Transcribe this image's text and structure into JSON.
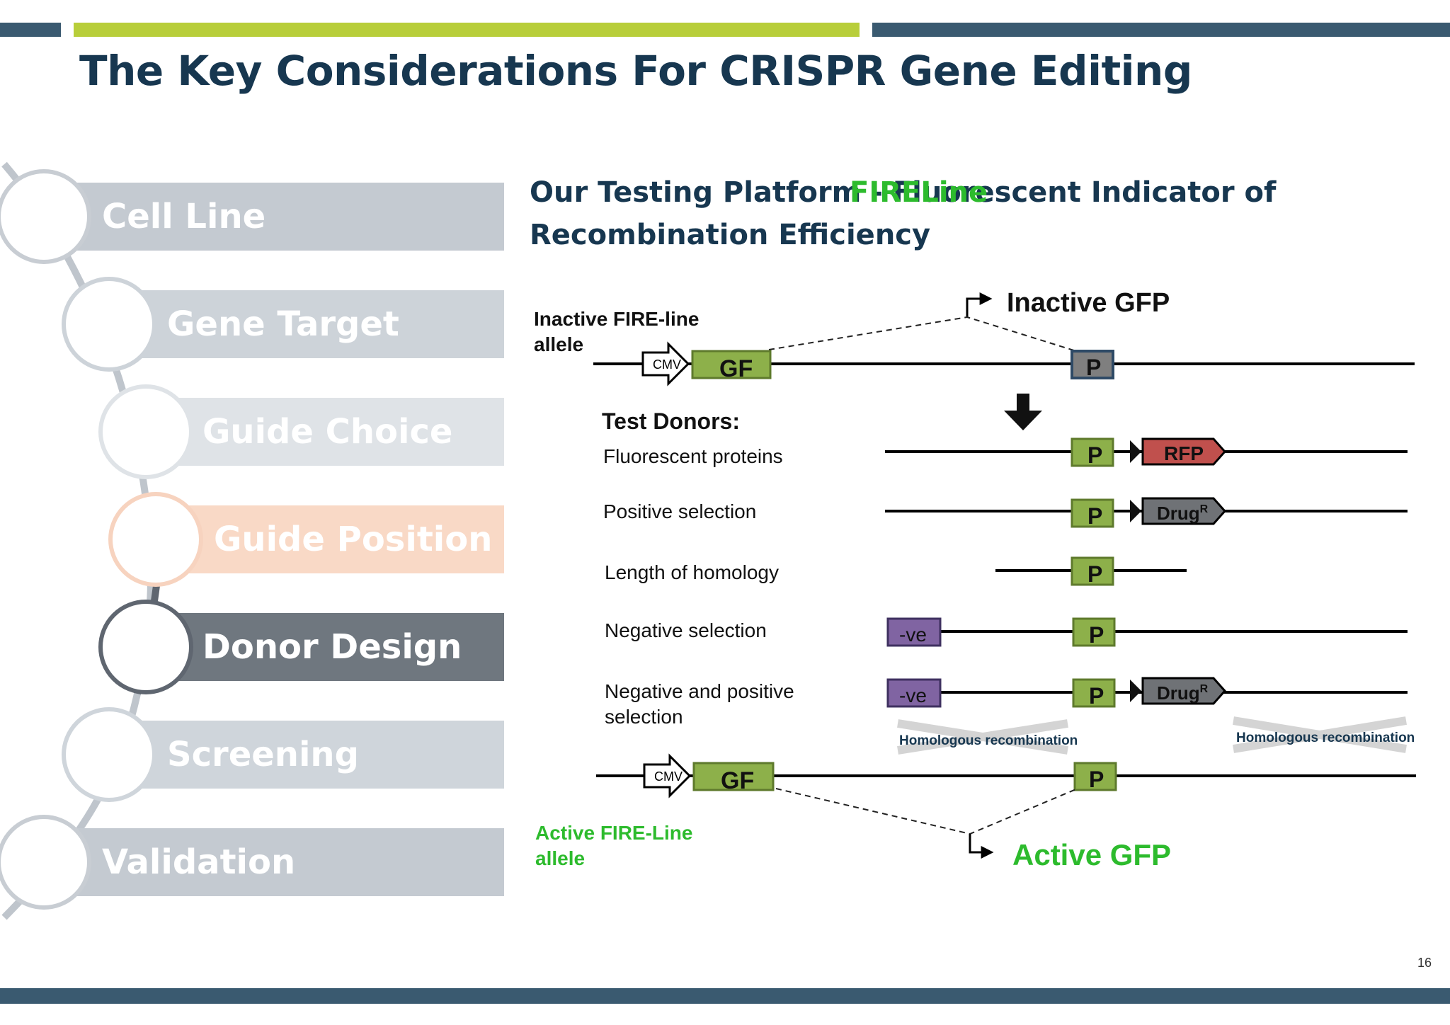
{
  "slide": {
    "title": "The Key Considerations For CRISPR Gene Editing",
    "page_number": "16",
    "colors": {
      "title": "#173750",
      "accent_green": "#b8ce3a",
      "dark_bar": "#3a5a70",
      "active_green": "#2dbb2d"
    }
  },
  "steps": [
    {
      "label": "Cell Line",
      "state": "normal"
    },
    {
      "label": "Gene Target",
      "state": "normal"
    },
    {
      "label": "Guide Choice",
      "state": "normal"
    },
    {
      "label": "Guide Position",
      "state": "highlighted"
    },
    {
      "label": "Donor Design",
      "state": "active"
    },
    {
      "label": "Screening",
      "state": "normal"
    },
    {
      "label": "Validation",
      "state": "normal"
    }
  ],
  "section": {
    "title": "Our Testing Platform - Fluorescent Indicator of Recombination Efficiency",
    "overlay": "FIRELine"
  },
  "diagram": {
    "inactive_allele_label": [
      "Inactive FIRE-line",
      "allele"
    ],
    "inactive_gfp": "Inactive GFP",
    "cmv": "CMV",
    "gf": "GF",
    "p": "P",
    "test_donors_heading": "Test Donors:",
    "donors": [
      "Fluorescent proteins",
      "Positive selection",
      "Length of homology",
      "Negative selection",
      [
        "Negative and positive",
        "selection"
      ]
    ],
    "rfp": "RFP",
    "drug": "Drug",
    "drug_sup": "R",
    "neg": "-ve",
    "homologous_recombination": "Homologous recombination",
    "active_allele_label": [
      "Active FIRE-Line",
      "allele"
    ],
    "active_gfp": "Active GFP",
    "colors": {
      "gf_fill": "#8db04a",
      "p_fill": "#8db04a",
      "rfp_fill": "#c0504d",
      "drug_fill": "#6f7276",
      "neg_fill": "#8064a2",
      "inactive_p_fill": "#7f7f7f"
    }
  }
}
